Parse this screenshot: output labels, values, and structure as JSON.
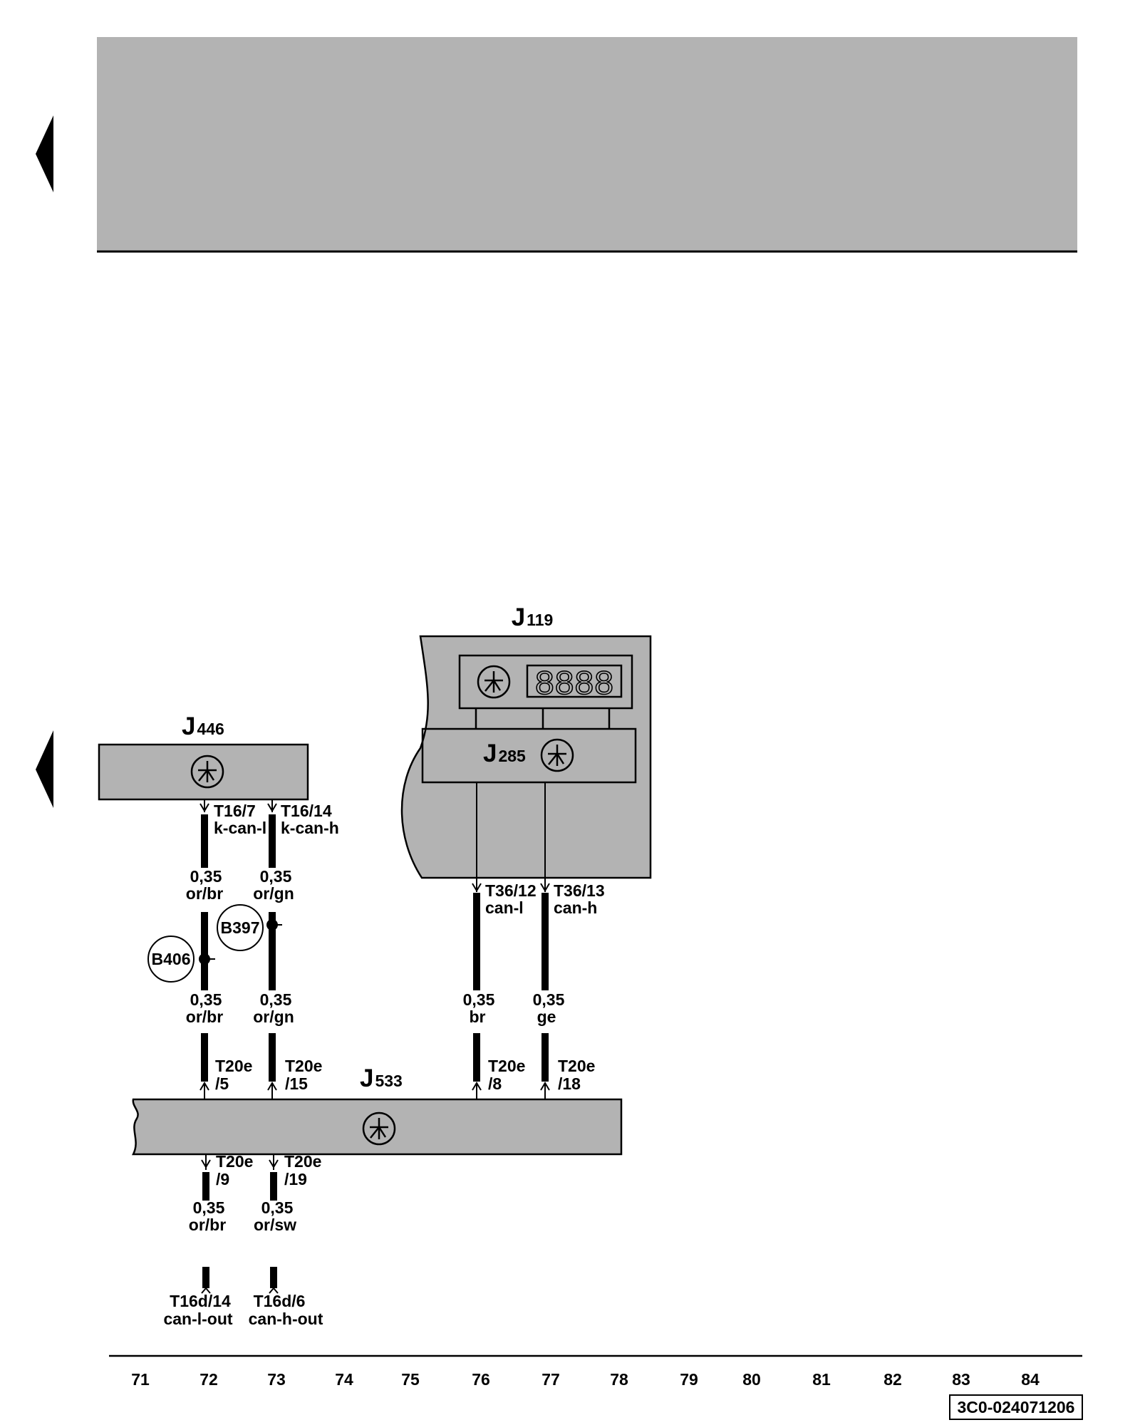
{
  "colors": {
    "component_fill": "#b3b3b3",
    "wire": "#000000",
    "background": "#ffffff"
  },
  "icons": {
    "nav": "triangle-left-icon",
    "bus": "can-bus-star-icon"
  },
  "display": {
    "digits": "8888"
  },
  "components": {
    "j119": {
      "letter": "J",
      "num": "119"
    },
    "j446": {
      "letter": "J",
      "num": "446"
    },
    "j285": {
      "letter": "J",
      "num": "285"
    },
    "j533": {
      "letter": "J",
      "num": "533"
    }
  },
  "pins": {
    "t16_7": "T16/7",
    "k_can_l": "k-can-l",
    "t16_14": "T16/14",
    "k_can_h": "k-can-h",
    "t36_12": "T36/12",
    "can_l": "can-l",
    "t36_13": "T36/13",
    "can_h": "can-h",
    "t20e_5a": "T20e",
    "t20e_5b": "/5",
    "t20e_15a": "T20e",
    "t20e_15b": "/15",
    "t20e_8a": "T20e",
    "t20e_8b": "/8",
    "t20e_18a": "T20e",
    "t20e_18b": "/18",
    "t20e_9a": "T20e",
    "t20e_9b": "/9",
    "t20e_19a": "T20e",
    "t20e_19b": "/19",
    "t16d_14": "T16d/14",
    "can_l_out": "can-l-out",
    "t16d_6": "T16d/6",
    "can_h_out": "can-h-out"
  },
  "wires": {
    "w72a": {
      "size": "0,35",
      "color": "or/br"
    },
    "w73a": {
      "size": "0,35",
      "color": "or/gn"
    },
    "w72b": {
      "size": "0,35",
      "color": "or/br"
    },
    "w73b": {
      "size": "0,35",
      "color": "or/gn"
    },
    "w76": {
      "size": "0,35",
      "color": "br"
    },
    "w77": {
      "size": "0,35",
      "color": "ge"
    },
    "w72c": {
      "size": "0,35",
      "color": "or/br"
    },
    "w73c": {
      "size": "0,35",
      "color": "or/sw"
    }
  },
  "splices": {
    "b406": "B406",
    "b397": "B397"
  },
  "axis": {
    "numbers": [
      "71",
      "72",
      "73",
      "74",
      "75",
      "76",
      "77",
      "78",
      "79",
      "80",
      "81",
      "82",
      "83",
      "84"
    ]
  },
  "reference": "3C0-024071206"
}
